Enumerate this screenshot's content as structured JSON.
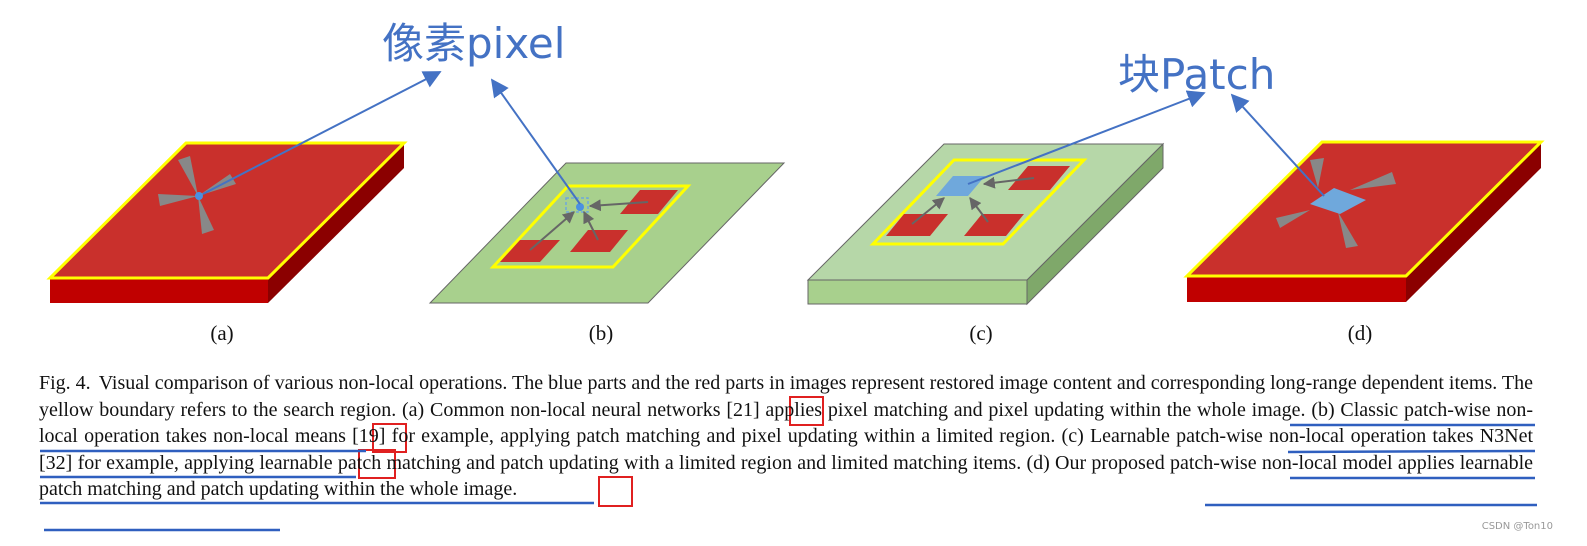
{
  "annotations": {
    "pixel_label": "像素pixel",
    "patch_label": "块Patch",
    "color": "#4472c4"
  },
  "panels": [
    {
      "label": "(a)"
    },
    {
      "label": "(b)"
    },
    {
      "label": "(c)"
    },
    {
      "label": "(d)"
    }
  ],
  "colors": {
    "red_top": "#c9302c",
    "red_side": "#a00000",
    "green_top": "#a8d08d",
    "green_side": "#7fa86a",
    "search_boundary": "#ffff00",
    "blue_patch": "#6fa8dc",
    "markup_red": "#e02020",
    "markup_blue": "#2f5fbf"
  },
  "caption": {
    "fig_no": "Fig. 4.",
    "segments": [
      "Visual comparison of various non-local operations. The blue parts and the red parts in images represent restored image content and corresponding long-range dependent items. The yellow boundary refers to the search region. ",
      "(a)",
      " Common non-local neural networks [21] applies ",
      "pixel matching and pixel updating within the whole image.",
      " ",
      "(b)",
      " Classic patch-wise non-local operation takes non-local means [19] for example, applying ",
      "patch matching and pixel updating within a limited region.",
      " ",
      "(c)",
      " Learnable patch-wise non-local operation takes N3Net [32] for example, applying learnable ",
      "patch matching and patch updating with a limited region and limited matching items.",
      " ",
      "(d)",
      " Our proposed patch-wise non-local model applies learnable ",
      "patch matching and patch updating within the whole image."
    ]
  },
  "watermark": "CSDN @Ton10"
}
